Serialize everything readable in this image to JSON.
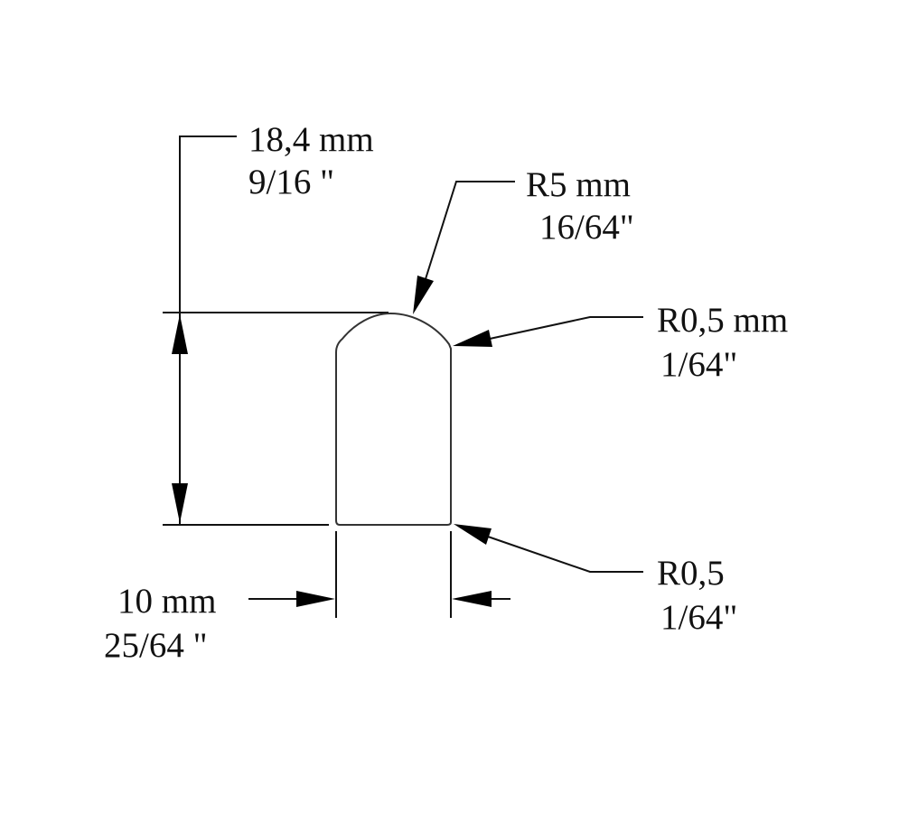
{
  "dimensions": {
    "height": {
      "metric": "18,4 mm",
      "imperial": "9/16 \""
    },
    "top_radius": {
      "metric": "R5 mm",
      "imperial": "16/64\""
    },
    "upper_corner_radius": {
      "metric": "R0,5 mm",
      "imperial": "1/64\""
    },
    "lower_corner_radius": {
      "metric": "R0,5",
      "imperial": "1/64\""
    },
    "width": {
      "metric": "10 mm",
      "imperial": "25/64 \""
    }
  },
  "colors": {
    "line": "#111111",
    "background": "#ffffff"
  }
}
